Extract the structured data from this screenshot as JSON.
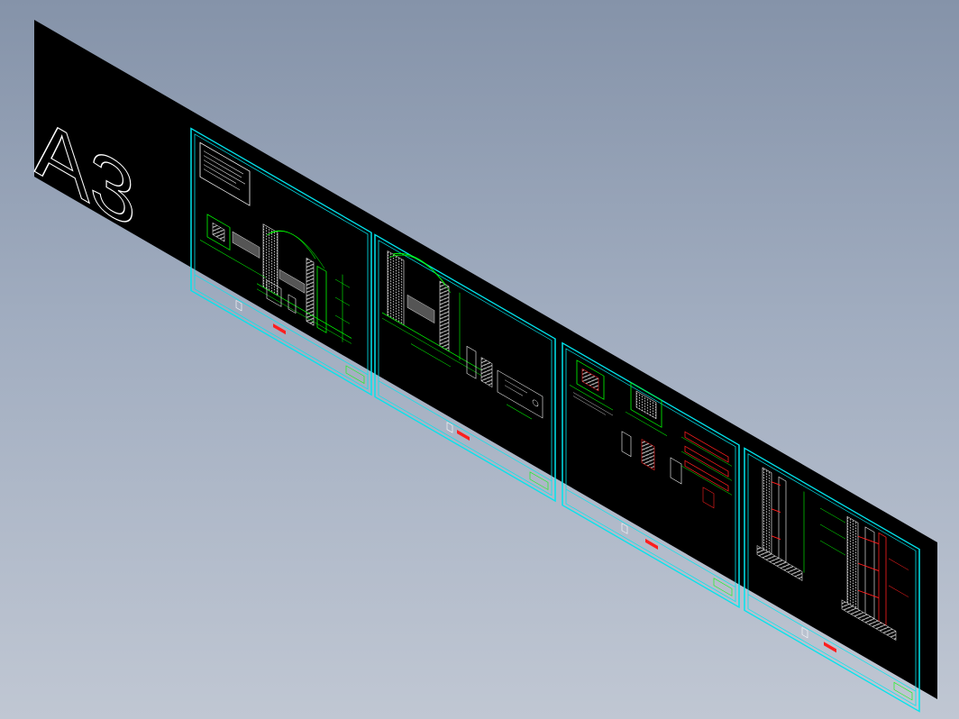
{
  "viewport": {
    "background_top": "#8593a9",
    "background_bottom": "#c0c7d3"
  },
  "sheet": {
    "label": "A3",
    "background": "#000000",
    "frame_color": "#00e5ee",
    "line_color": "#00ff00",
    "accent_color": "#ff1e1e",
    "white_color": "#ffffff"
  },
  "drawing_panels": [
    {
      "id": "panel-1",
      "content": "notes-elevation-plan"
    },
    {
      "id": "panel-2",
      "content": "elevation-detail"
    },
    {
      "id": "panel-3",
      "content": "plan-sections"
    },
    {
      "id": "panel-4",
      "content": "wall-sections"
    }
  ]
}
